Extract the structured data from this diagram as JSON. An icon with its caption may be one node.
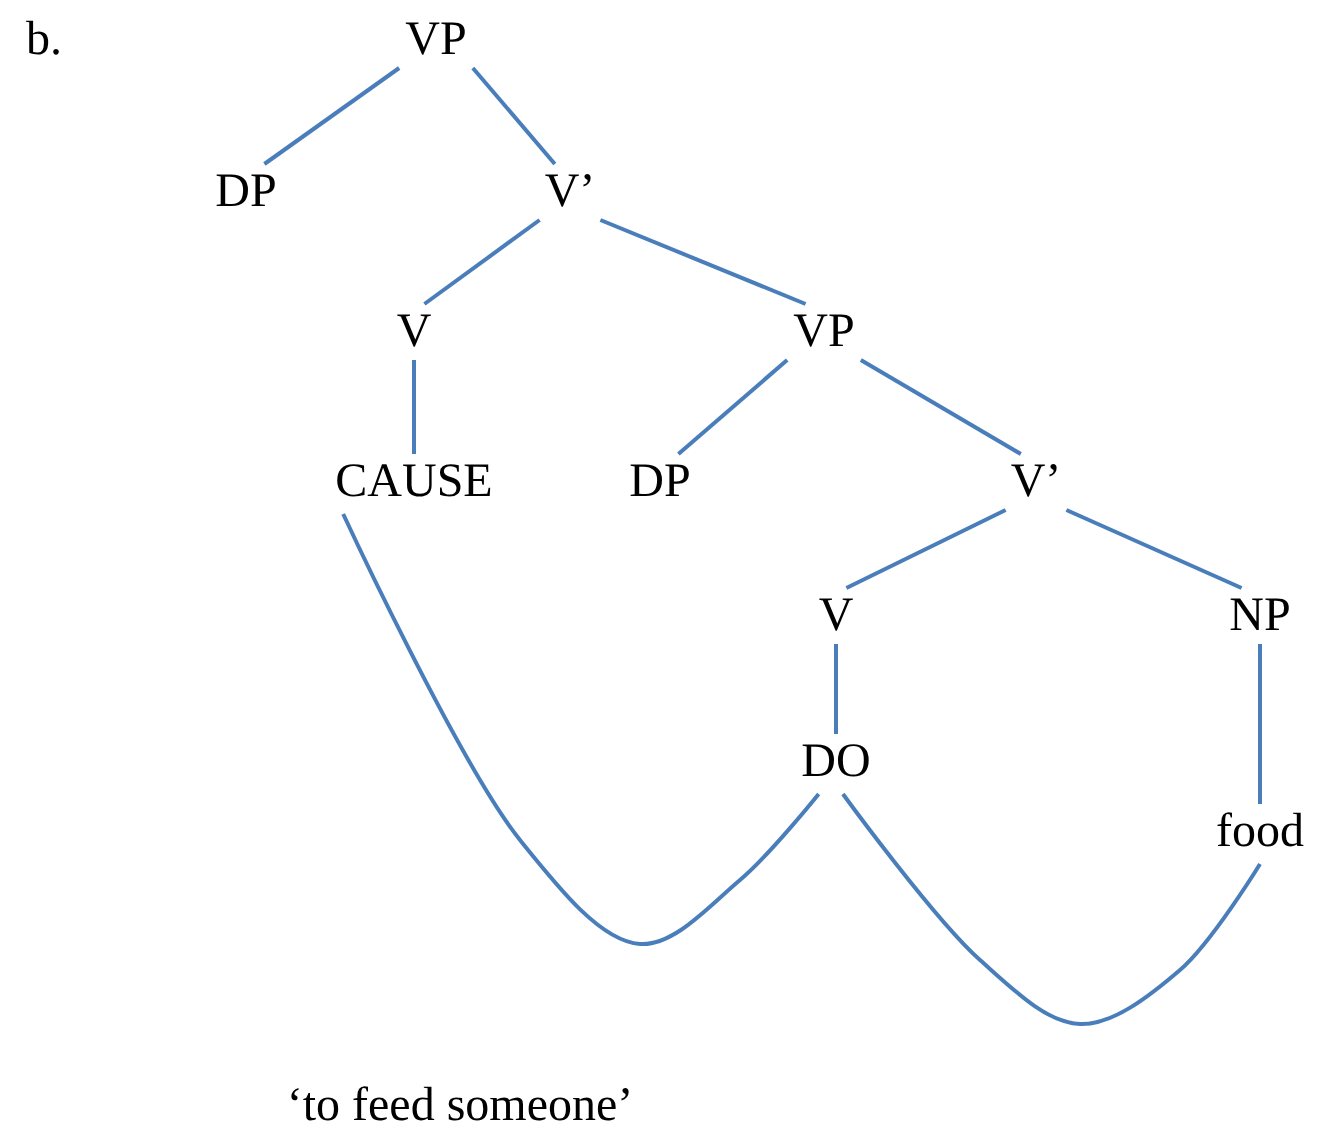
{
  "diagram": {
    "nodes": [
      {
        "text": [
          "VP"
        ]
      },
      {
        "text": [
          "DP"
        ]
      },
      {
        "text": [
          "V’"
        ]
      },
      {
        "text": [
          "V"
        ]
      },
      {
        "text": [
          "VP"
        ]
      },
      {
        "text": [
          "CAUSE"
        ]
      },
      {
        "text": [
          "DP"
        ]
      },
      {
        "text": [
          "V’"
        ]
      },
      {
        "text": [
          "V"
        ]
      },
      {
        "text": [
          "NP"
        ]
      },
      {
        "text": [
          "DO"
        ]
      },
      {
        "text": [
          "food"
        ]
      }
    ],
    "edges": [
      {
        "from": 0,
        "to": 1,
        "arrow": "none"
      },
      {
        "from": 0,
        "to": 2,
        "arrow": "none"
      },
      {
        "from": 2,
        "to": 3,
        "arrow": "none"
      },
      {
        "from": 2,
        "to": 4,
        "arrow": "none"
      },
      {
        "from": 3,
        "to": 5,
        "arrow": "none"
      },
      {
        "from": 4,
        "to": 6,
        "arrow": "none"
      },
      {
        "from": 4,
        "to": 7,
        "arrow": "none"
      },
      {
        "from": 7,
        "to": 8,
        "arrow": "none"
      },
      {
        "from": 7,
        "to": 9,
        "arrow": "none"
      },
      {
        "from": 8,
        "to": 10,
        "arrow": "none"
      },
      {
        "from": 9,
        "to": 11,
        "arrow": "none"
      },
      {
        "from": 5,
        "to": 10,
        "arrow": "none"
      },
      {
        "from": 10,
        "to": 11,
        "arrow": "none"
      }
    ],
    "labels": [
      "b.",
      "‘to feed someone’"
    ]
  }
}
